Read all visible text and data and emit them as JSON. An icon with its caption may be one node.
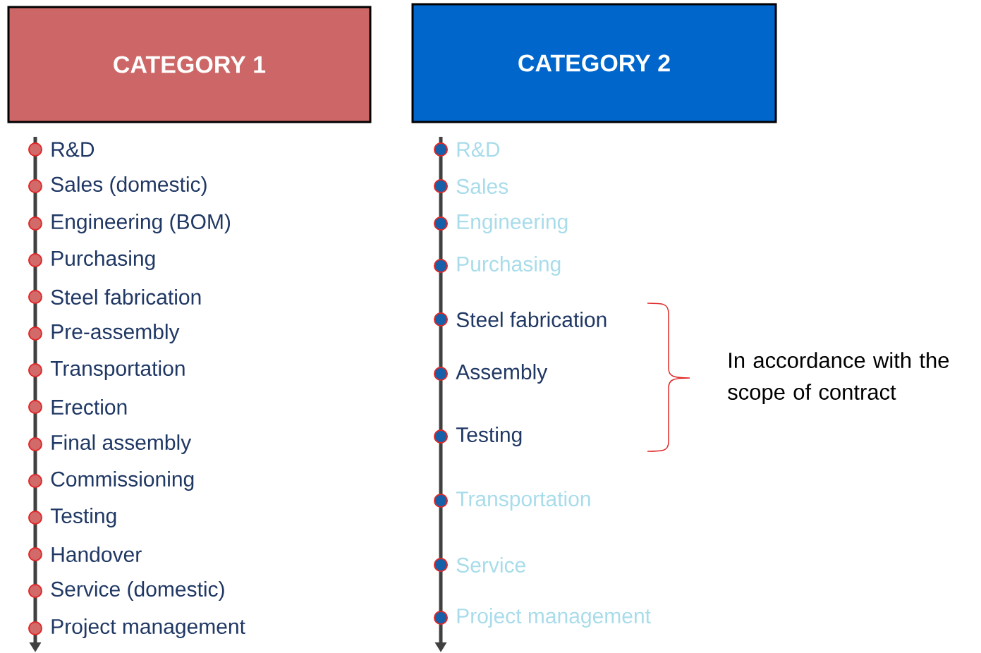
{
  "diagram": {
    "nodes": [
      {
        "text": [
          "CATEGORY 1"
        ]
      },
      {
        "text": [
          "CATEGORY 2"
        ]
      }
    ],
    "edges": [],
    "labels": [
      "R&D",
      "Sales (domestic)",
      "Engineering (BOM)",
      "Purchasing",
      "Steel fabrication",
      "Pre-assembly",
      "Transportation",
      "Erection",
      "Final assembly",
      "Commissioning",
      "Testing",
      "Handover",
      "Service (domestic)",
      "Project management",
      "R&D",
      "Sales",
      "Engineering",
      "Purchasing",
      "Steel fabrication",
      "Assembly",
      "Testing",
      "Transportation",
      "Service",
      "Project management",
      "In accordance with the scope of contract"
    ]
  }
}
